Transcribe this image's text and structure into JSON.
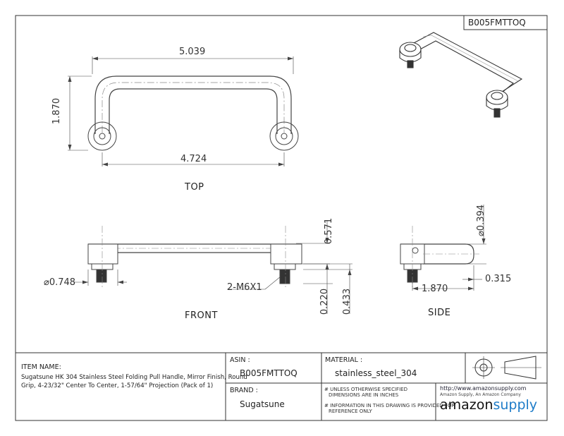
{
  "part_code": "B005FMTTOQ",
  "dimensions": {
    "top_length": "5.039",
    "top_height": "1.870",
    "top_center": "4.724",
    "front_071": "0.571",
    "front_dia": "0.748",
    "front_thread": "2-M6X1",
    "front_0220": "0.220",
    "front_0433": "0.433",
    "side_dia": "0.394",
    "side_0315": "0.315",
    "side_1870": "1.870",
    "dia_symbol": "⌀"
  },
  "views": {
    "top": "TOP",
    "front": "FRONT",
    "side": "SIDE"
  },
  "title_block": {
    "item_name_label": "ITEM NAME:",
    "item_name_line1": "Sugatsune HK 304 Stainless Steel Folding Pull Handle, Mirror Finish, Round",
    "item_name_line2": "Grip, 4-23/32\" Center To Center, 1-57/64\" Projection (Pack of 1)",
    "asin_label": "ASIN :",
    "asin_value": "B005FMTTOQ",
    "material_label": "MATERIAL :",
    "material_value": "stainless_steel_304",
    "brand_label": "BRAND :",
    "brand_value": "Sugatsune",
    "note1_line1": "# UNLESS OTHERWISE SPECIFIED",
    "note1_line2": "DIMENSIONS ARE IN INCHES",
    "note2_line1": "# INFORMATION IN THIS DRAWING IS PROVIDED FOR",
    "note2_line2": "REFERENCE ONLY",
    "url": "http://www.amazonsupply.com",
    "company": "Amazon Supply, An Amazon Company",
    "logo_a": "amazon",
    "logo_b": "supply"
  }
}
